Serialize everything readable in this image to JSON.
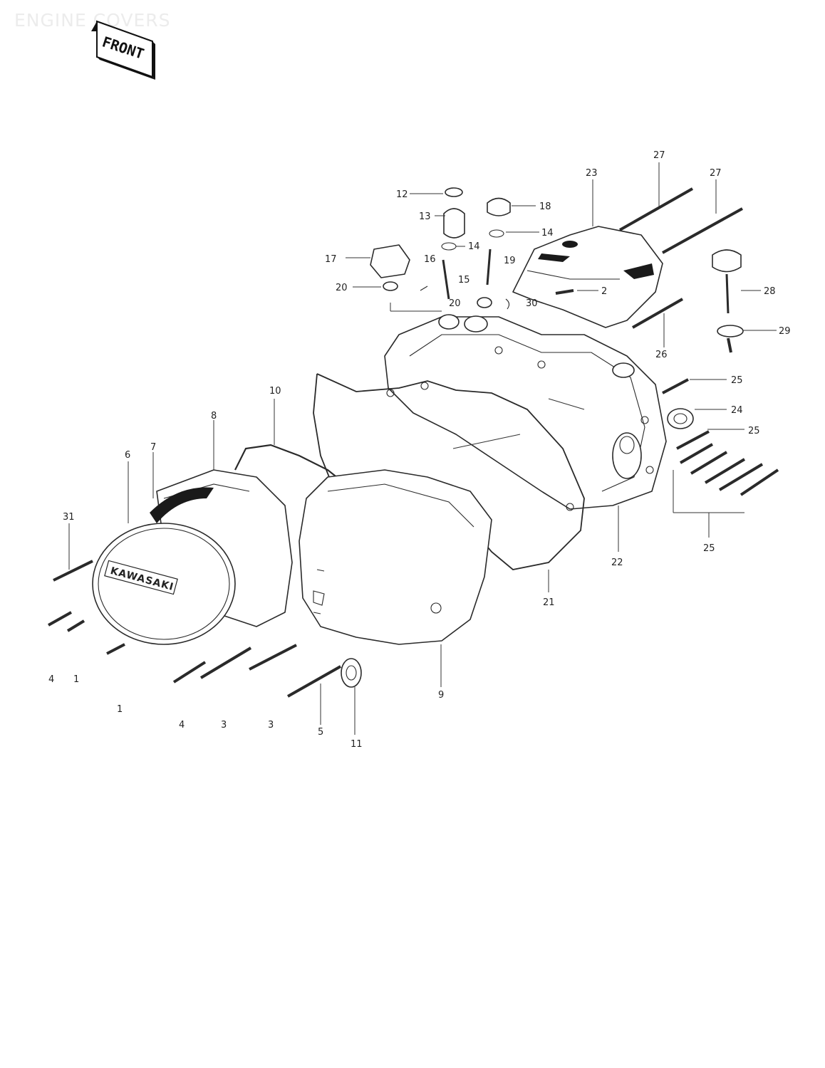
{
  "header": {
    "title": "ENGINE COVERS",
    "front_badge": "FRONT"
  },
  "callouts": [
    {
      "id": "c1",
      "text": "1"
    },
    {
      "id": "c1b",
      "text": "1"
    },
    {
      "id": "c2",
      "text": "2"
    },
    {
      "id": "c3",
      "text": "3"
    },
    {
      "id": "c3b",
      "text": "3"
    },
    {
      "id": "c4",
      "text": "4"
    },
    {
      "id": "c4b",
      "text": "4"
    },
    {
      "id": "c5",
      "text": "5"
    },
    {
      "id": "c6",
      "text": "6"
    },
    {
      "id": "c7",
      "text": "7"
    },
    {
      "id": "c8",
      "text": "8"
    },
    {
      "id": "c9",
      "text": "9"
    },
    {
      "id": "c10",
      "text": "10"
    },
    {
      "id": "c11",
      "text": "11"
    },
    {
      "id": "c12",
      "text": "12"
    },
    {
      "id": "c13",
      "text": "13"
    },
    {
      "id": "c14",
      "text": "14"
    },
    {
      "id": "c14b",
      "text": "14"
    },
    {
      "id": "c15",
      "text": "15"
    },
    {
      "id": "c16",
      "text": "16"
    },
    {
      "id": "c17",
      "text": "17"
    },
    {
      "id": "c18",
      "text": "18"
    },
    {
      "id": "c19",
      "text": "19"
    },
    {
      "id": "c20",
      "text": "20"
    },
    {
      "id": "c20b",
      "text": "20"
    },
    {
      "id": "c21",
      "text": "21"
    },
    {
      "id": "c22",
      "text": "22"
    },
    {
      "id": "c23",
      "text": "23"
    },
    {
      "id": "c24",
      "text": "24"
    },
    {
      "id": "c25",
      "text": "25"
    },
    {
      "id": "c25b",
      "text": "25"
    },
    {
      "id": "c25c",
      "text": "25"
    },
    {
      "id": "c26",
      "text": "26"
    },
    {
      "id": "c27",
      "text": "27"
    },
    {
      "id": "c27b",
      "text": "27"
    },
    {
      "id": "c28",
      "text": "28"
    },
    {
      "id": "c29",
      "text": "29"
    },
    {
      "id": "c30",
      "text": "30"
    },
    {
      "id": "c31",
      "text": "31"
    }
  ],
  "brand_mark": "KAWASAKI"
}
